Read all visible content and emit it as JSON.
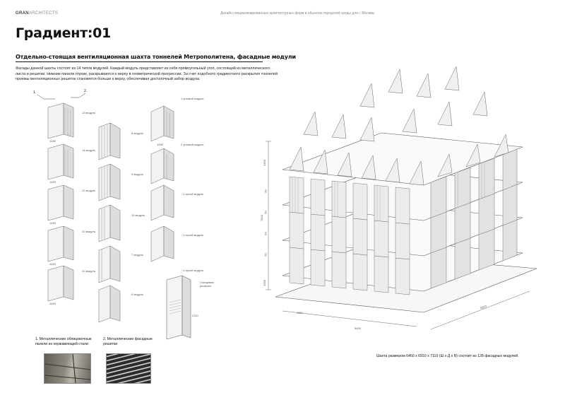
{
  "header": {
    "brand_bold": "GRAN",
    "brand_rest": "ARCHITECTS",
    "top_title": "Дизайн специализированных архитектурных форм в обьектах городской среды для г. Москвы"
  },
  "page_title": "Градиент:01",
  "subtitle": "Отдельно-стоящая вентиляционная шахта тоннелей Метрополитена, фасадные модули",
  "description": "Фасады данной шахты состоят из 14 типов модулей. Каждый модуль представляет из себя прямоугольный угол, состоящий из металлического листа и решетки. Нижние панели глухие, раскрываются к верху в геометрической прогрессии. За счет подобного градиентного раскрытия тоннелей проемы вентиляционных решеток становятся больше к верху, обеспечивая достаточный забор воздуха.",
  "callouts": [
    "1.",
    "2."
  ],
  "module_labels_left": [
    "13 модуль",
    "14 модуль",
    "12 модуль",
    "11 модуль",
    "11 модуль"
  ],
  "module_labels_mid": [
    "8 модуль",
    "9 модуль",
    "10 модуль",
    "7 модуль",
    "6 модуль"
  ],
  "module_labels_right": [
    "1 угловой модуль",
    "2 угловой модуль",
    "1 глухой модуль",
    "1 глухой модуль",
    "1 глухой модуль"
  ],
  "small_dims": [
    "1450",
    "1450",
    "1450",
    "1450",
    "1450",
    "1450"
  ],
  "panel_label": "Глянцевая решетка",
  "panel_dim": "2110",
  "materials": [
    {
      "number": "1.",
      "text": "Металлические облицовочные панели из нержавеющей стали"
    },
    {
      "number": "2.",
      "text": "Металлические фасадные решетки"
    }
  ],
  "dims": {
    "height_total": "7900",
    "rows": [
      "1390",
      "60",
      "60",
      "60",
      "60",
      "1390"
    ],
    "depth": "6910",
    "width": "6400",
    "module": "1160"
  },
  "caption": "Шахта размером 6460 х 6910 х 7110 (Ш х Д х В) состоит из 128 фасадных модулей."
}
